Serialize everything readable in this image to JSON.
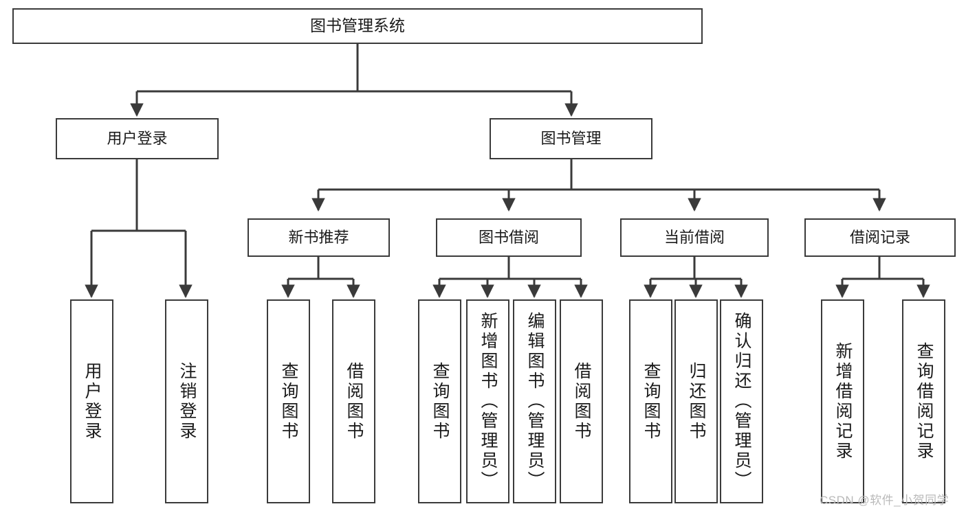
{
  "diagram": {
    "title": "图书管理系统",
    "type": "functional-structure-tree",
    "watermark": "CSDN @软件_小贺同学",
    "colors": {
      "node_border": "#3a3a3a",
      "node_fill": "#ffffff",
      "edge": "#3a3a3a",
      "text": "#1a1a1a",
      "watermark": "#b9b9b9"
    },
    "nodes": [
      {
        "id": "root",
        "label": "图书管理系统",
        "level": 0,
        "orientation": "horizontal"
      },
      {
        "id": "login",
        "label": "用户登录",
        "level": 1,
        "orientation": "horizontal"
      },
      {
        "id": "bookmgmt",
        "label": "图书管理",
        "level": 1,
        "orientation": "horizontal"
      },
      {
        "id": "newrec",
        "label": "新书推荐",
        "level": 2,
        "orientation": "horizontal"
      },
      {
        "id": "borrow",
        "label": "图书借阅",
        "level": 2,
        "orientation": "horizontal"
      },
      {
        "id": "current",
        "label": "当前借阅",
        "level": 2,
        "orientation": "horizontal"
      },
      {
        "id": "records",
        "label": "借阅记录",
        "level": 2,
        "orientation": "horizontal"
      },
      {
        "id": "login-in",
        "label": "用户登录",
        "level": 3,
        "orientation": "vertical"
      },
      {
        "id": "login-out",
        "label": "注销登录",
        "level": 3,
        "orientation": "vertical"
      },
      {
        "id": "newrec-query",
        "label": "查询图书",
        "level": 3,
        "orientation": "vertical"
      },
      {
        "id": "newrec-borrow",
        "label": "借阅图书",
        "level": 3,
        "orientation": "vertical"
      },
      {
        "id": "borrow-query",
        "label": "查询图书",
        "level": 3,
        "orientation": "vertical"
      },
      {
        "id": "borrow-add",
        "label": "新增图书（管理员）",
        "level": 3,
        "orientation": "vertical"
      },
      {
        "id": "borrow-edit",
        "label": "编辑图书（管理员）",
        "level": 3,
        "orientation": "vertical"
      },
      {
        "id": "borrow-lend",
        "label": "借阅图书",
        "level": 3,
        "orientation": "vertical"
      },
      {
        "id": "current-query",
        "label": "查询图书",
        "level": 3,
        "orientation": "vertical"
      },
      {
        "id": "current-return",
        "label": "归还图书",
        "level": 3,
        "orientation": "vertical"
      },
      {
        "id": "current-conf",
        "label": "确认归还（管理员）",
        "level": 3,
        "orientation": "vertical"
      },
      {
        "id": "rec-add",
        "label": "新增借阅记录",
        "level": 3,
        "orientation": "vertical"
      },
      {
        "id": "rec-query",
        "label": "查询借阅记录",
        "level": 3,
        "orientation": "vertical"
      }
    ],
    "edges": [
      {
        "from": "root",
        "to": "login"
      },
      {
        "from": "root",
        "to": "bookmgmt"
      },
      {
        "from": "login",
        "to": "login-in"
      },
      {
        "from": "login",
        "to": "login-out"
      },
      {
        "from": "bookmgmt",
        "to": "newrec"
      },
      {
        "from": "bookmgmt",
        "to": "borrow"
      },
      {
        "from": "bookmgmt",
        "to": "current"
      },
      {
        "from": "bookmgmt",
        "to": "records"
      },
      {
        "from": "newrec",
        "to": "newrec-query"
      },
      {
        "from": "newrec",
        "to": "newrec-borrow"
      },
      {
        "from": "borrow",
        "to": "borrow-query"
      },
      {
        "from": "borrow",
        "to": "borrow-add"
      },
      {
        "from": "borrow",
        "to": "borrow-edit"
      },
      {
        "from": "borrow",
        "to": "borrow-lend"
      },
      {
        "from": "current",
        "to": "current-query"
      },
      {
        "from": "current",
        "to": "current-return"
      },
      {
        "from": "current",
        "to": "current-conf"
      },
      {
        "from": "records",
        "to": "rec-add"
      },
      {
        "from": "records",
        "to": "rec-query"
      }
    ]
  }
}
